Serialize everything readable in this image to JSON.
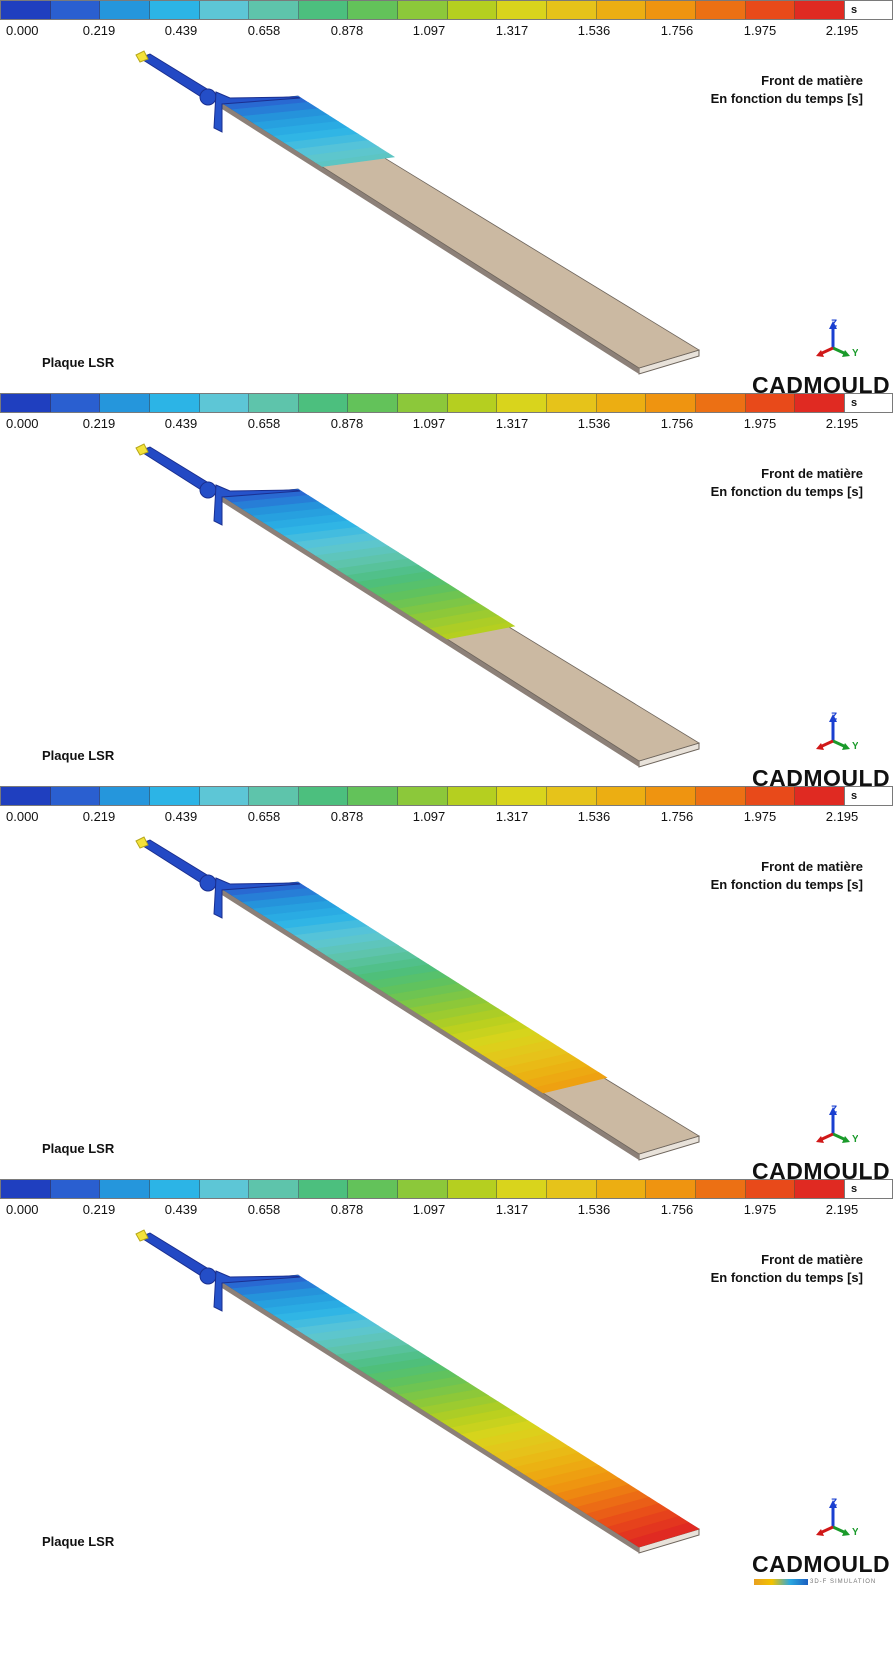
{
  "legend": {
    "unit": "s",
    "ticks": [
      "0.000",
      "0.219",
      "0.439",
      "0.658",
      "0.878",
      "1.097",
      "1.317",
      "1.536",
      "1.756",
      "1.975",
      "2.195"
    ],
    "colors": [
      "#1f3fbf",
      "#2a5fd0",
      "#2596dc",
      "#2cb4e6",
      "#5dc6d6",
      "#5ec4ab",
      "#4cbf7e",
      "#63c25a",
      "#8cc83a",
      "#b5cf20",
      "#d9d41c",
      "#e6c31a",
      "#ecae12",
      "#ef9410",
      "#ec7014",
      "#e84a1a",
      "#e02a22"
    ]
  },
  "panels": [
    {
      "result_line1": "Front de matière",
      "result_line2": "En fonction du temps [s]",
      "model_name": "Plaque LSR",
      "fill_fraction": 0.24
    },
    {
      "result_line1": "Front de matière",
      "result_line2": "En fonction du temps [s]",
      "model_name": "Plaque LSR",
      "fill_fraction": 0.54
    },
    {
      "result_line1": "Front de matière",
      "result_line2": "En fonction du temps [s]",
      "model_name": "Plaque LSR",
      "fill_fraction": 0.77
    },
    {
      "result_line1": "Front de matière",
      "result_line2": "En fonction du temps [s]",
      "model_name": "Plaque LSR",
      "fill_fraction": 1.0
    }
  ],
  "triad": {
    "z": "Z",
    "y": "Y"
  },
  "logo": {
    "name": "CADMOULD",
    "sub": "3D-F SIMULATION"
  },
  "part_colors": {
    "unfilled": "#cbb9a2",
    "edge": "#6e655c"
  }
}
